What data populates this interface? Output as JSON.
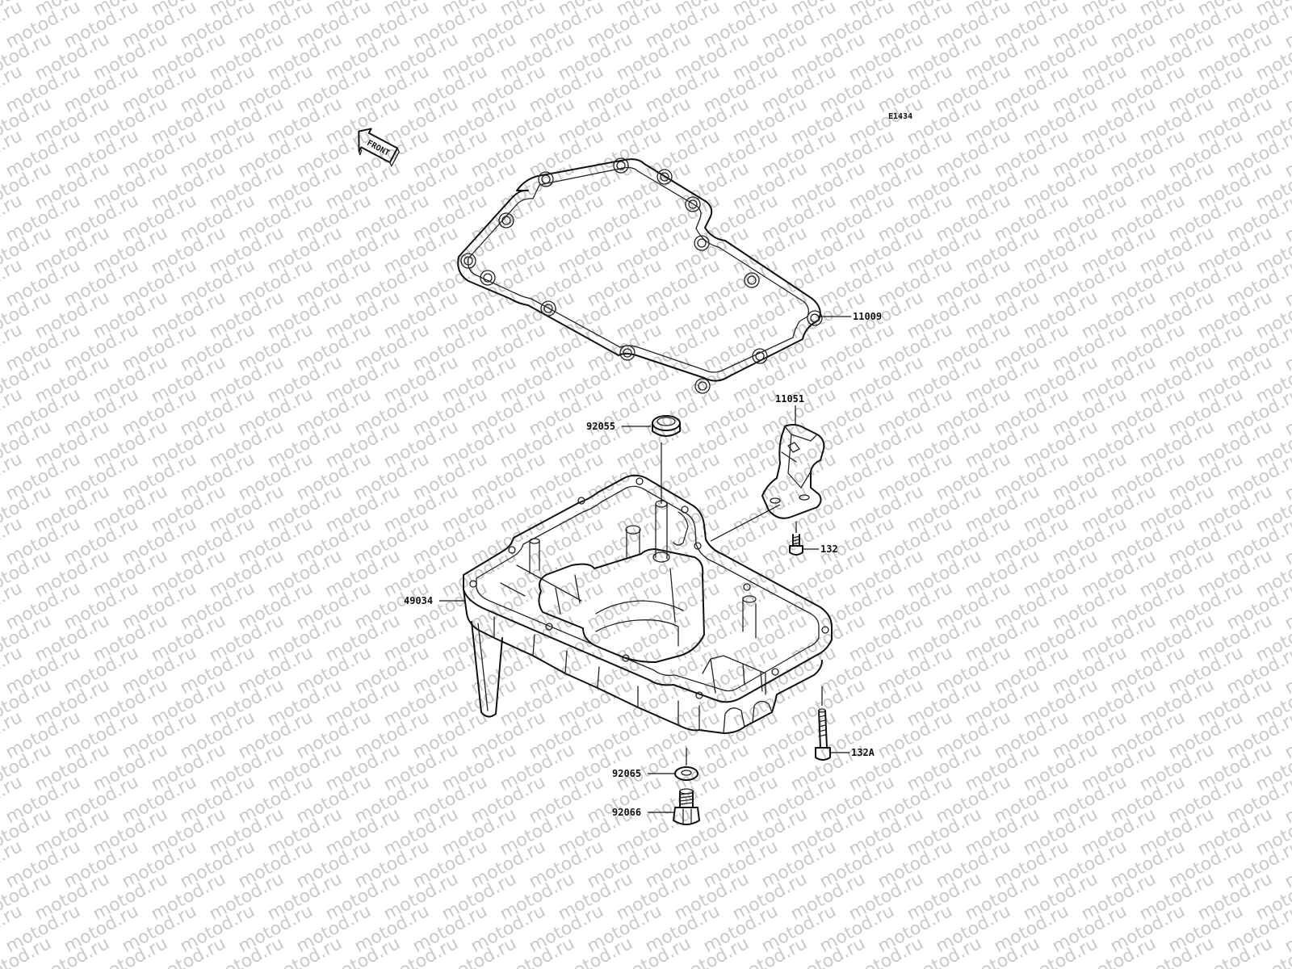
{
  "diagram_code": "E1434",
  "front_label": "FRONT",
  "watermark": "motod.ru",
  "parts": {
    "p11009": "11009",
    "p11051": "11051",
    "p92055": "92055",
    "p132": "132",
    "p49034": "49034",
    "p132a": "132A",
    "p92065": "92065",
    "p92066": "92066"
  }
}
